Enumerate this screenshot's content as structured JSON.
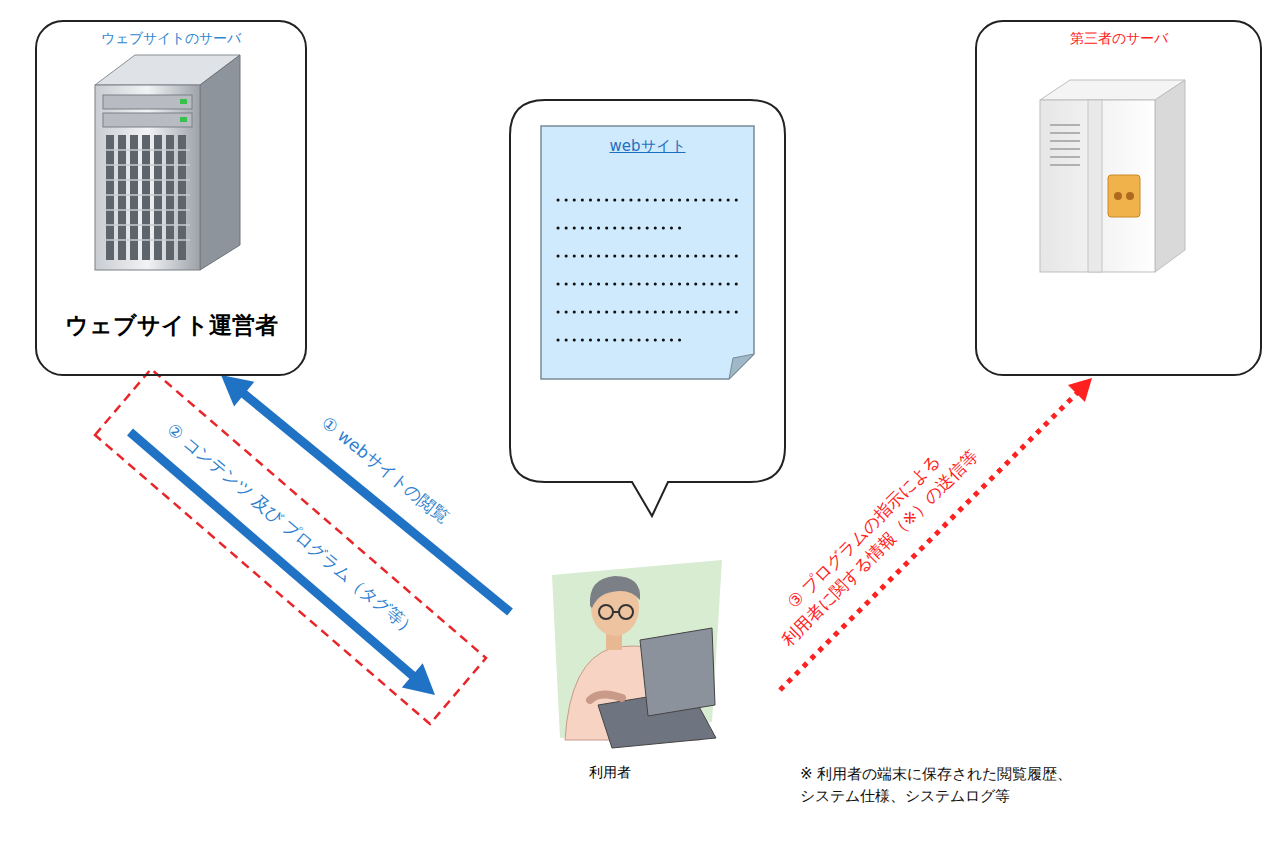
{
  "diagram": {
    "nodes": [
      {
        "text": [
          "ウェブサイトのサーバ",
          "ウェブサイト運営者"
        ]
      },
      {
        "text": [
          "webサイト"
        ]
      },
      {
        "text": [
          "第三者のサーバ"
        ]
      },
      {
        "text": [
          "利用者"
        ]
      }
    ],
    "edges": [
      {
        "from": 3,
        "to": 0,
        "arrow": "to",
        "label": "① webサイトの閲覧"
      },
      {
        "from": 0,
        "to": 3,
        "arrow": "to",
        "label": "② コンテンツ 及び プログラム（タグ等）"
      },
      {
        "from": 3,
        "to": 2,
        "arrow": "to",
        "label": "③ プログラムの指示による 利用者に関する情報（※）の送信等"
      }
    ],
    "labels": [
      "※ 利用者の端末に保存された閲覧履歴、 システム仕様、システムログ等"
    ]
  }
}
